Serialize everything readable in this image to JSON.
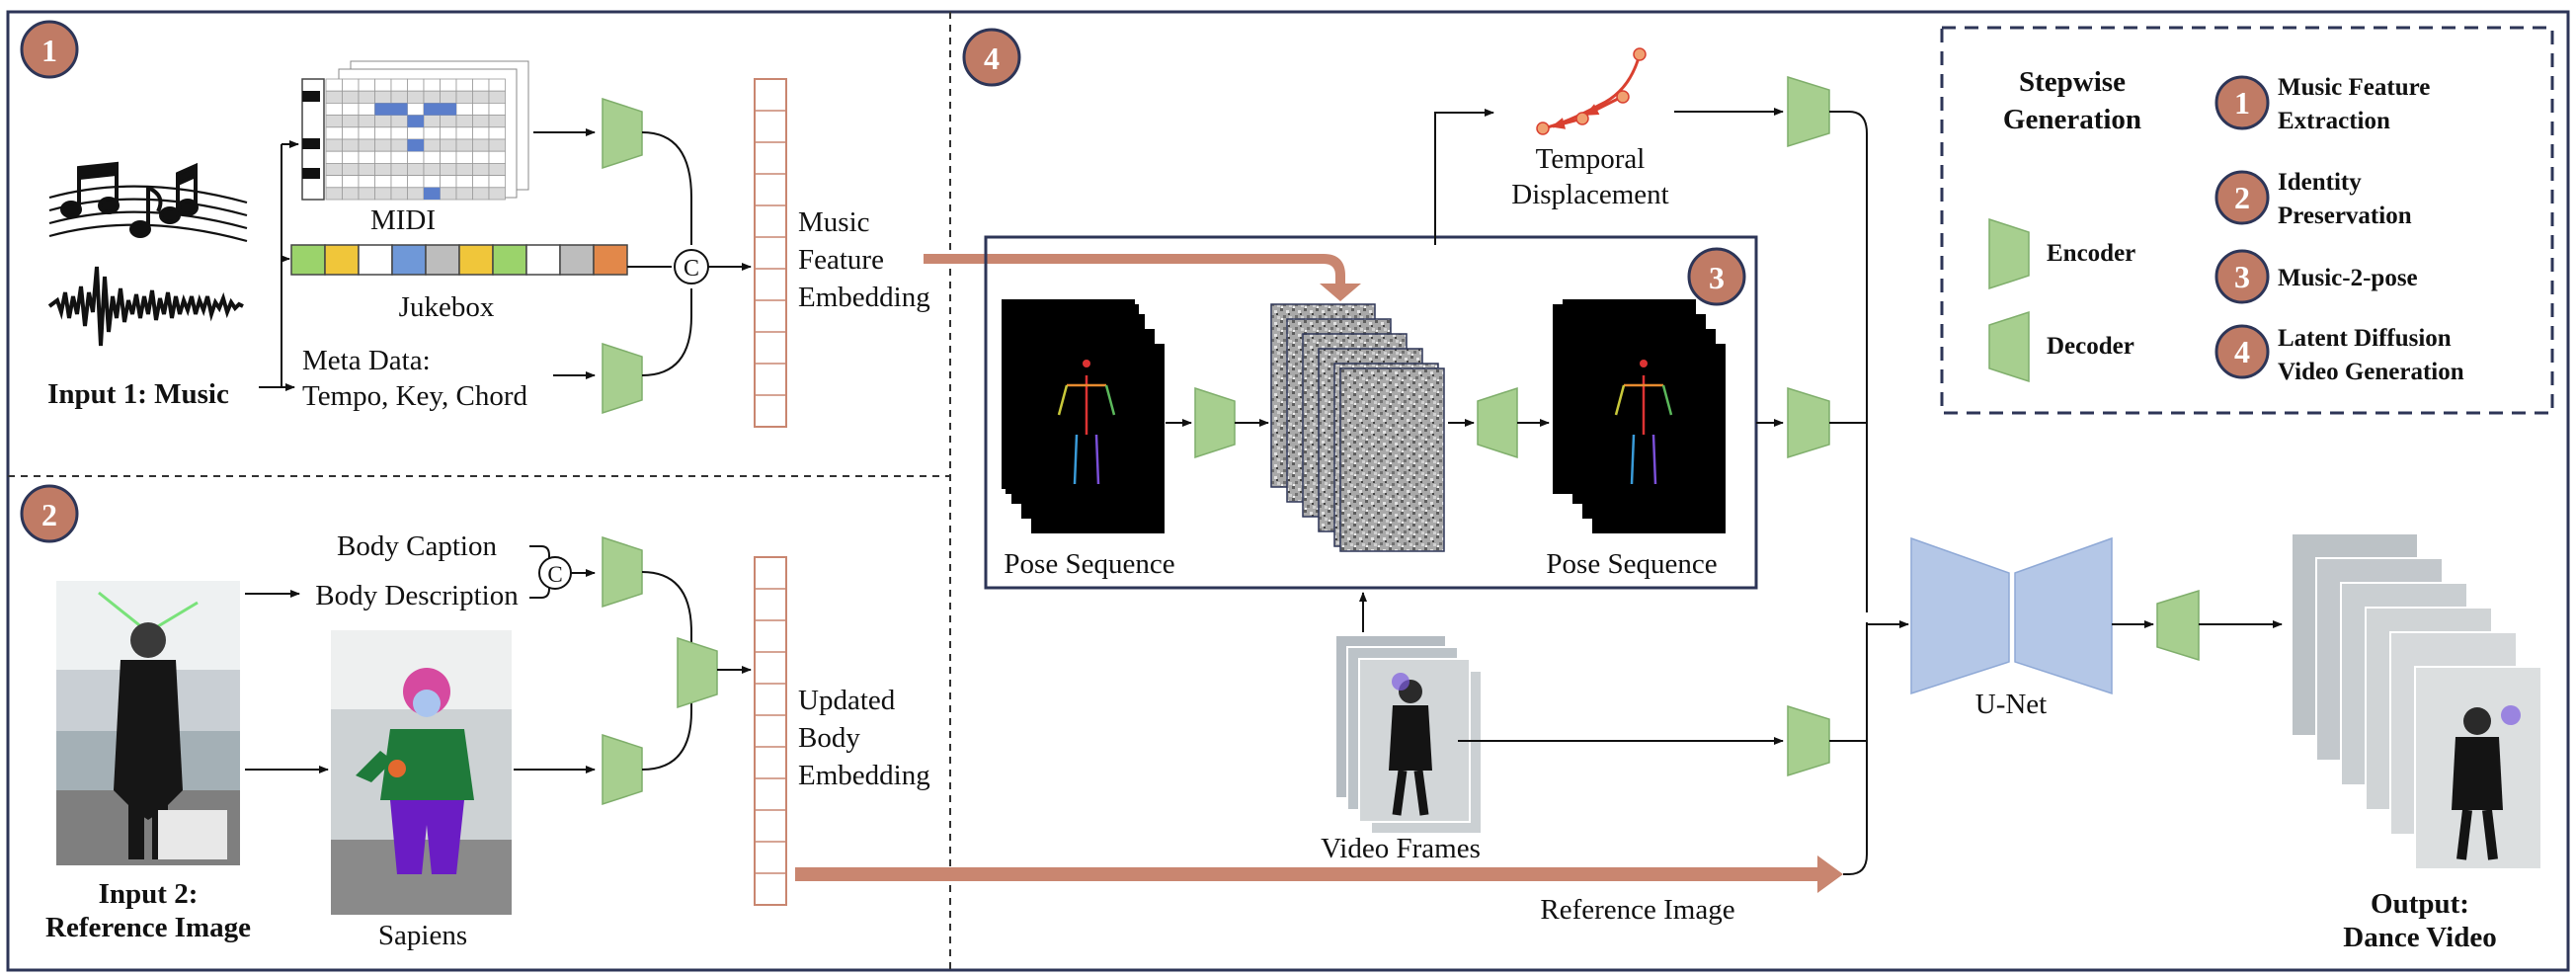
{
  "sections": {
    "music": {
      "number": "1",
      "input_label": "Input 1: Music",
      "midi_label": "MIDI",
      "jukebox_label": "Jukebox",
      "meta_label_line1": "Meta Data:",
      "meta_label_line2": "Tempo, Key, Chord",
      "concat_symbol": "C",
      "embedding_label": [
        "Music",
        "Feature",
        "Embedding"
      ]
    },
    "identity": {
      "number": "2",
      "input_label_line1": "Input 2:",
      "input_label_line2": "Reference Image",
      "body_caption": "Body Caption",
      "body_description": "Body Description",
      "concat_symbol": "C",
      "sapiens_label": "Sapiens",
      "embedding_label": [
        "Updated",
        "Body",
        "Embedding"
      ]
    },
    "music2pose": {
      "number": "3",
      "pose_left_label": "Pose Sequence",
      "pose_right_label": "Pose Sequence"
    },
    "diffusion": {
      "number": "4",
      "temporal_label_line1": "Temporal",
      "temporal_label_line2": "Displacement",
      "video_frames_label": "Video Frames",
      "reference_image_label": "Reference Image",
      "unet_label": "U-Net",
      "output_label_line1": "Output:",
      "output_label_line2": "Dance Video"
    }
  },
  "legend": {
    "title_line1": "Stepwise",
    "title_line2": "Generation",
    "encoder_label": "Encoder",
    "decoder_label": "Decoder",
    "steps": [
      {
        "number": "1",
        "line1": "Music Feature",
        "line2": "Extraction"
      },
      {
        "number": "2",
        "line1": "Identity",
        "line2": "Preservation"
      },
      {
        "number": "3",
        "line1": "Music-2-pose",
        "line2": ""
      },
      {
        "number": "4",
        "line1": "Latent Diffusion",
        "line2": "Video Generation"
      }
    ]
  },
  "colors": {
    "accent_salmon": "#c98670",
    "badge_fill": "#c07b65",
    "badge_border": "#2d3557",
    "encoder_green": "#a7cf8f",
    "unet_blue": "#b4c7e7",
    "frame_border": "#2d3557",
    "midi_note": "#5b7ecb"
  }
}
